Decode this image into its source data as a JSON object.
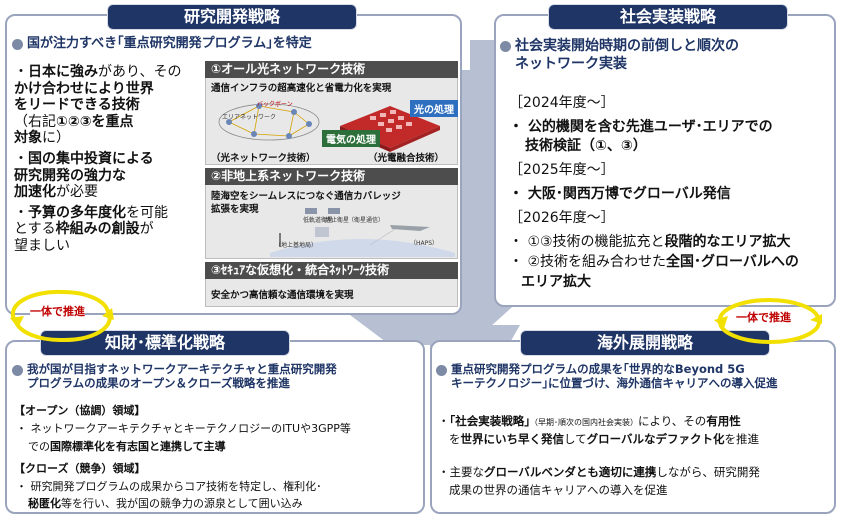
{
  "research": {
    "title": "研究開発戦略",
    "subtitle": "国が注力すべき｢重点研究開発プログラム｣を特定",
    "left_lines": [
      {
        "pre": "・",
        "bold": "日本に強み",
        "post": "があり、その"
      },
      {
        "pre": "",
        "bold": "かけ合わせにより世界",
        "post": ""
      },
      {
        "pre": "",
        "bold": "をリードできる技術",
        "post": ""
      },
      {
        "pre": "（右記",
        "bold": "①②③を重点",
        "post": ""
      },
      {
        "pre": "",
        "bold": "対象",
        "post": "に）"
      },
      {
        "pre": "・",
        "bold": "国の集中投資による",
        "post": ""
      },
      {
        "pre": "",
        "bold": "研究開発の強力な",
        "post": ""
      },
      {
        "pre": "",
        "bold": "加速化",
        "post": "が必要"
      },
      {
        "pre": "・",
        "bold": "予算の多年度化",
        "post": "を可能"
      },
      {
        "pre": "とする",
        "bold": "枠組みの創設",
        "post": "が"
      },
      {
        "pre": "望ましい",
        "bold": "",
        "post": ""
      }
    ],
    "tech1": {
      "title": "①オール光ネットワーク技術",
      "desc": "通信インフラの超高速化と省電力化を実現",
      "cap1": "（光ネットワーク技術）",
      "cap2": "（光電融合技術）",
      "optical": "光の処理",
      "electric": "電気の処理",
      "backbone": "バックボーン",
      "area": "エリアネットワーク"
    },
    "tech2": {
      "title": "②非地上系ネットワーク技術",
      "desc1": "陸海空をシームレスにつなぐ通信カバレッジ",
      "desc2": "拡張を実現",
      "sat1": "低軌道衛星",
      "sat2": "静止衛星",
      "sat3": "（衛星通信）",
      "ground": "（地上基地局）",
      "haps": "（HAPS）"
    },
    "tech3": {
      "title": "③ｾｷｭｱな仮想化・統合ﾈｯﾄﾜｰｸ技術",
      "desc": "安全かつ高信頼な通信環境を実現"
    }
  },
  "social": {
    "title": "社会実装戦略",
    "subtitle1": "社会実装開始時期の前倒しと順次の",
    "subtitle2": "ネットワーク実装",
    "y2024": "［2024年度～］",
    "i2024a": "公的機関を含む先進ユーザ･エリアでの",
    "i2024b": "技術検証（①、③）",
    "y2025": "［2025年度～］",
    "i2025": "大阪･関西万博でグローバル発信",
    "y2026": "［2026年度～］",
    "i2026a_pre": "①③技術の機能拡充と",
    "i2026a_bold": "段階的なエリア拡大",
    "i2026b_pre": "②技術を組み合わせた",
    "i2026b_bold": "全国･グローバルへの",
    "i2026c": "エリア拡大",
    "bullet": "・"
  },
  "ip": {
    "title": "知財･標準化戦略",
    "subtitle1": "我が国が目指すネットワークアーキテクチャと重点研究開発",
    "subtitle2": "プログラムの成果のオープン＆クローズ戦略を推進",
    "open_label": "【オープン（協調）領域】",
    "open1": "・ ネットワークアーキテクチャとキーテクノロジーのITUや3GPP等",
    "open2_pre": "での",
    "open2_bold": "国際標準化を有志国と連携して主導",
    "close_label": "【クローズ（競争）領域】",
    "close1": "・ 研究開発プログラムの成果からコア技術を特定し、権利化･",
    "close2_bold": "秘匿化",
    "close2_post": "等を行い、我が国の競争力の源泉として囲い込み"
  },
  "overseas": {
    "title": "海外展開戦略",
    "subtitle1": "重点研究開発プログラムの成果を｢世界的なBeyond 5G",
    "subtitle2": "キーテクノロジー｣に位置づけ、海外通信キャリアへの導入促進",
    "p1a_bold": "｢社会実装戦略｣",
    "p1a_small": "（早期･順次の国内社会実装）",
    "p1a_mid": "により、その",
    "p1a_bold2": "有用性",
    "p1b_pre": "を",
    "p1b_bold": "世界にいち早く発信",
    "p1b_mid": "して",
    "p1b_bold2": "グローバルなデファクト化",
    "p1b_post": "を推進",
    "p2a": "・主要な",
    "p2a_bold": "グローバルベンダとも適切に連携",
    "p2a_post": "しながら、研究開発",
    "p2b": "成果の世界の通信キャリアへの導入を促進"
  },
  "labels": {
    "left": "一体で推進",
    "right": "一体で推進"
  },
  "colors": {
    "header": "#1f3566",
    "accent": "#c00000",
    "arrow": "#b7bfd3",
    "loop": "#f2e000"
  }
}
